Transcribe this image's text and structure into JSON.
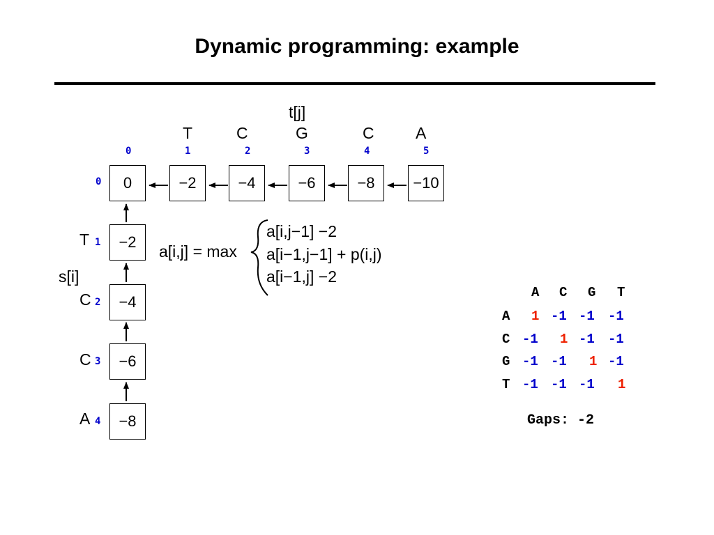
{
  "title": "Dynamic programming: example",
  "top": {
    "label": "t[j]",
    "letters": [
      "T",
      "C",
      "G",
      "C",
      "A"
    ],
    "indices": [
      "0",
      "1",
      "2",
      "3",
      "4",
      "5"
    ],
    "values": [
      "0",
      "−2",
      "−4",
      "−6",
      "−8",
      "−10"
    ]
  },
  "left": {
    "label": "s[i]",
    "letters": [
      "T",
      "C",
      "C",
      "A"
    ],
    "indices": [
      "0",
      "1",
      "2",
      "3",
      "4"
    ],
    "values": [
      "−2",
      "−4",
      "−6",
      "−8"
    ]
  },
  "formula": {
    "lhs": "a[i,j] = max",
    "cases": [
      "a[i,j−1] −2",
      "a[i−1,j−1] + p(i,j)",
      "a[i−1,j] −2"
    ]
  },
  "score_matrix": {
    "headers": [
      "A",
      "C",
      "G",
      "T"
    ],
    "rows": [
      {
        "label": "A",
        "values": [
          "1",
          "-1",
          "-1",
          "-1"
        ]
      },
      {
        "label": "C",
        "values": [
          "-1",
          "1",
          "-1",
          "-1"
        ]
      },
      {
        "label": "G",
        "values": [
          "-1",
          "-1",
          "1",
          "-1"
        ]
      },
      {
        "label": "T",
        "values": [
          "-1",
          "-1",
          "-1",
          "1"
        ]
      }
    ]
  },
  "gaps": "Gaps: -2",
  "colors": {
    "index": "#0000cc",
    "match": "#ee2200",
    "mismatch": "#0000cc"
  }
}
